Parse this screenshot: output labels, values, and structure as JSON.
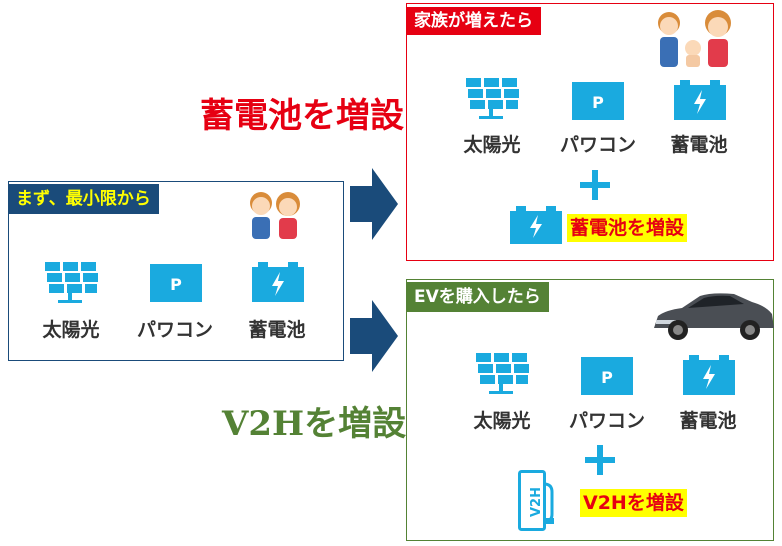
{
  "left_panel": {
    "header": "まず、最小限から",
    "items": [
      "太陽光",
      "パワコン",
      "蓄電池"
    ]
  },
  "top_panel": {
    "header": "家族が増えたら",
    "items": [
      "太陽光",
      "パワコン",
      "蓄電池"
    ],
    "addition": "蓄電池を増設"
  },
  "bottom_panel": {
    "header": "EVを購入したら",
    "items": [
      "太陽光",
      "パワコン",
      "蓄電池"
    ],
    "addition": "V2Hを増設"
  },
  "captions": {
    "top": "蓄電池を増設",
    "bottom": "V2Hを増設"
  },
  "icon_labels": {
    "pcs": "P",
    "v2h": "V2H"
  },
  "colors": {
    "navy": "#1a4b7a",
    "red": "#e60012",
    "green": "#548235",
    "icon_blue": "#1aaadf",
    "highlight": "#ffff00"
  }
}
